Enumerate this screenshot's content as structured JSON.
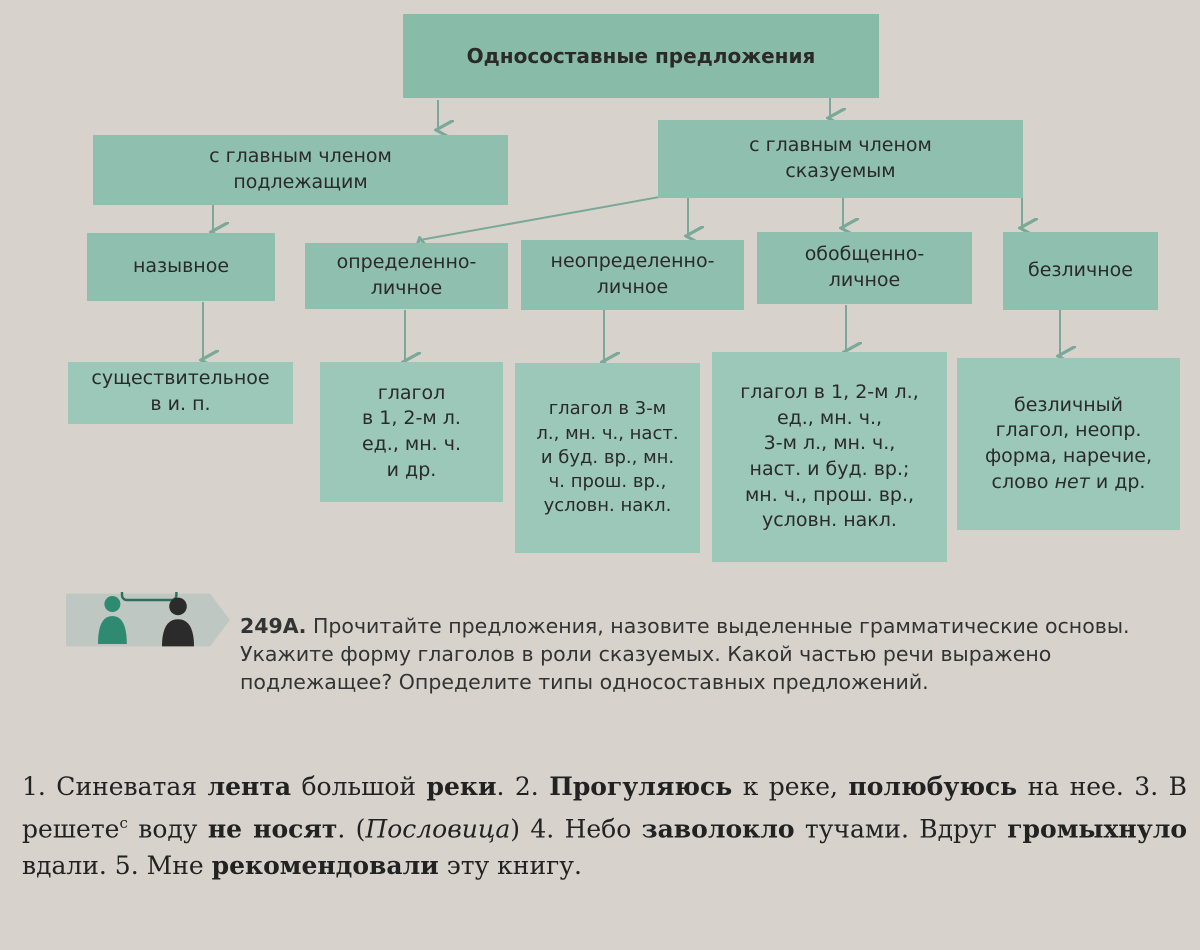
{
  "diagram": {
    "root": "Односоставные предложения",
    "level1": {
      "subject": "с главным членом\nподлежащим",
      "predicate": "с главным членом\nсказуемым"
    },
    "types": {
      "nominative": "назывное",
      "definite": "определенно-\nличное",
      "indefinite": "неопределенно-\nличное",
      "generalized": "обобщенно-\nличное",
      "impersonal": "безличное"
    },
    "forms": {
      "nominative": "существительное\nв и. п.",
      "definite": "глагол\nв 1, 2-м л.\nед., мн. ч.\nи др.",
      "indefinite": "глагол в 3-м\nл., мн. ч., наст.\nи буд. вр., мн.\nч. прош. вр.,\nусловн. накл.",
      "generalized": "глагол в 1, 2-м л.,\nед., мн. ч.,\n3-м л., мн. ч.,\nнаст. и буд. вр.;\nмн. ч., прош. вр.,\nусловн. накл.",
      "impersonal_line1": "безличный\nглагол, неопр.\nформа, наречие,\nслово ",
      "impersonal_italic": "нет",
      "impersonal_end": " и др."
    }
  },
  "task": {
    "number": "249А.",
    "text": " Прочитайте предложения, назовите выделенные грамматические основы. Укажите форму глаголов в роли сказуемых. Какой частью речи выражено подлежащее? Определите типы односоставных предложений."
  },
  "sentences": {
    "s1_a": "1. Синеватая ",
    "s1_b": "лента",
    "s1_c": " большой ",
    "s1_d": "реки",
    "s1_e": ". 2. ",
    "s2_a": "Прогуляюсь",
    "s2_b": " к реке, ",
    "s2_c": "полюбуюсь",
    "s2_d": " на нее. 3. В решете",
    "s3_sup": "с",
    "s3_a": " воду ",
    "s3_b": "не носят",
    "s3_c": ". (",
    "s3_src": "Пословица",
    "s3_d": ") 4. Небо ",
    "s4_a": "заволокло",
    "s4_b": " тучами. Вдруг ",
    "s4_c": "громыхнуло",
    "s4_d": " вдали. 5. Мне ",
    "s5_a": "рекомендовали",
    "s5_b": " эту книгу."
  },
  "colors": {
    "box": "#8fbfae",
    "arrow": "#7aa99a",
    "paper": "#d7d3cc"
  },
  "icons": [
    "speech-bubble-icon",
    "person-teal-icon",
    "person-dark-icon"
  ]
}
